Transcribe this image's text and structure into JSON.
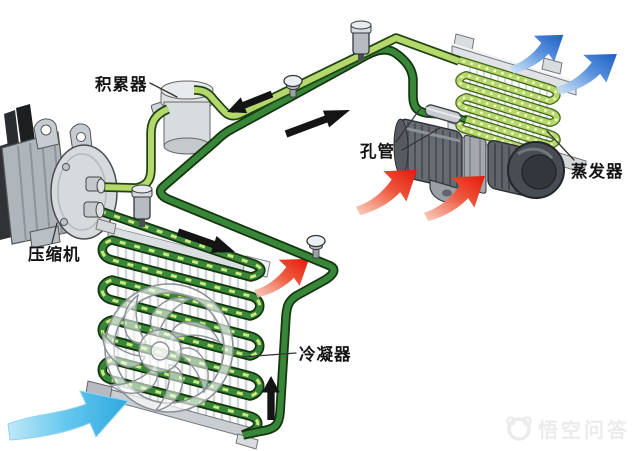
{
  "diagram": {
    "type": "automotive-ac-refrigeration-cycle",
    "labels": {
      "accumulator": "积累器",
      "compressor": "压缩机",
      "orifice_tube": "孔管",
      "evaporator": "蒸发器",
      "condenser": "冷凝器"
    },
    "watermark": "悟空问答",
    "colors": {
      "low_pressure_line": "#b5d76b",
      "high_pressure_line": "#37863a",
      "tube_outline": "#1d4513",
      "tube_dash_highlight": "#cde97b",
      "evaporator_dots": "#f4f8c4",
      "hot_air_arrow": "#e3190a",
      "cold_air_arrow": "#1d5fc4",
      "intake_air_arrow": "#36b0e4",
      "flow_arrow": "#141414",
      "metal_light": "#dde1e4",
      "metal_mid": "#b9c0c6",
      "blower_dark": "#5e646a"
    }
  }
}
